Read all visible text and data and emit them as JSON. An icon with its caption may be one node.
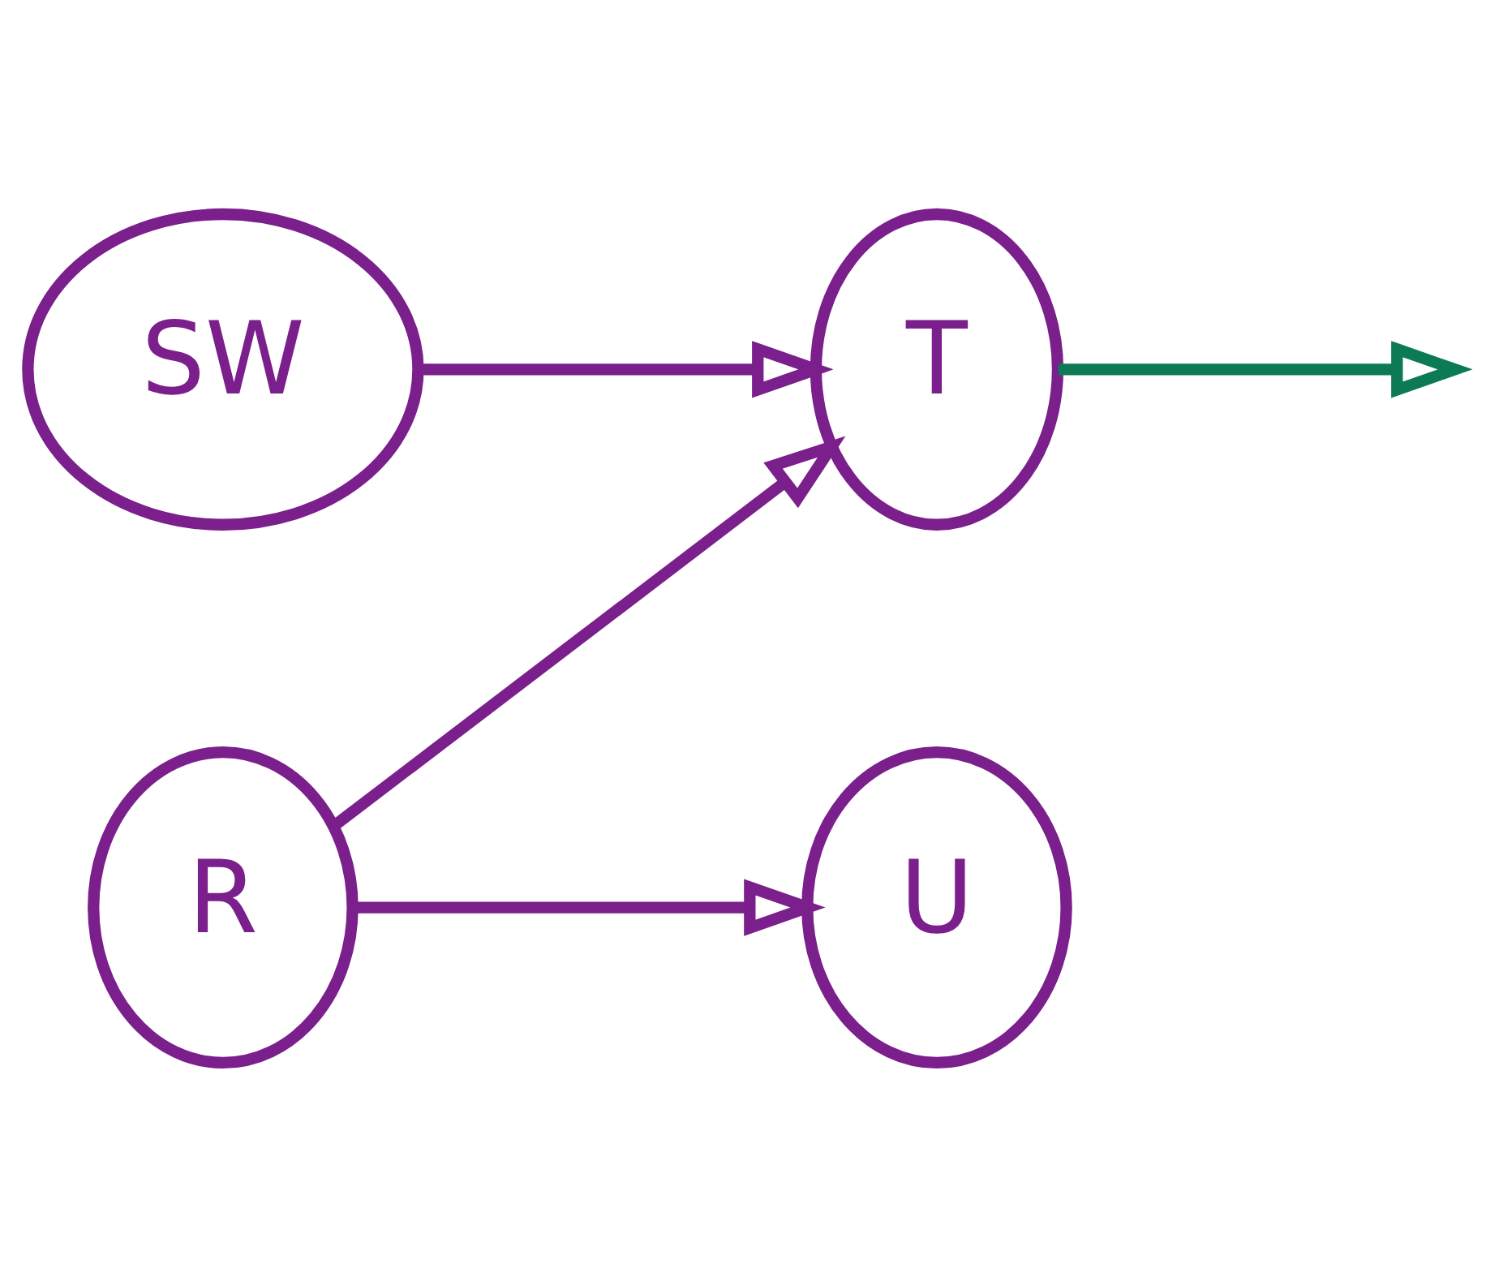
{
  "diagram": {
    "nodes": [
      {
        "text": [
          "SW"
        ]
      },
      {
        "text": [
          "T"
        ]
      },
      {
        "text": [
          "R"
        ]
      },
      {
        "text": [
          "U"
        ]
      }
    ],
    "edges": [
      {
        "from": 0,
        "to": 1,
        "arrow": "to"
      },
      {
        "from": 2,
        "to": 1,
        "arrow": "to"
      },
      {
        "from": 2,
        "to": 3,
        "arrow": "to"
      },
      {
        "from": 1,
        "to": null,
        "arrow": "to",
        "color": "#0b7a55"
      }
    ]
  }
}
